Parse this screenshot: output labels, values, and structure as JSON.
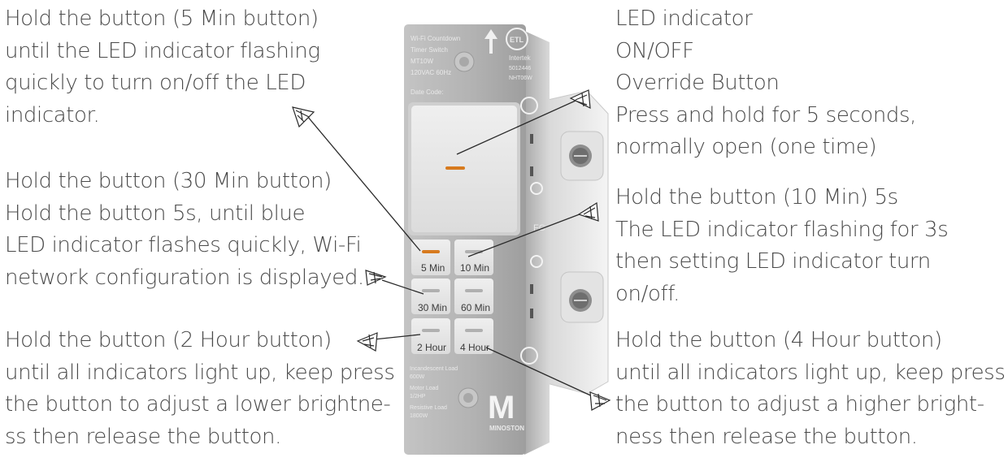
{
  "notes": {
    "five_min": [
      "Hold the button (5 Min button)",
      "until the LED indicator flashing",
      "quickly to turn on/off the LED",
      "indicator."
    ],
    "thirty_min": [
      "Hold the button (30 Min button)",
      "Hold the button 5s, until blue",
      "LED indicator flashes quickly, Wi-Fi",
      "network configuration is displayed."
    ],
    "two_hour": [
      "Hold the button (2 Hour button)",
      "until all indicators light up, keep press",
      "the button to adjust a lower brightne-",
      "ss then release the button."
    ],
    "led": [
      "LED indicator",
      "ON/OFF",
      "Override Button",
      "Press and hold for 5 seconds,",
      "normally open (one time)"
    ],
    "ten_min": [
      "Hold the button (10 Min) 5s",
      "The LED indicator flashing for 3s",
      "then setting LED indicator turn",
      "on/off."
    ],
    "four_hour": [
      "Hold the button (4 Hour button)",
      "until all indicators light up, keep press",
      "the button to adjust a higher bright-",
      "ness then release the button."
    ]
  },
  "device": {
    "label_lines": [
      "Wi-Fi Countdown",
      "Timer Switch",
      "MT10W",
      "120VAC 60Hz",
      "Date Code:"
    ],
    "cert": [
      "Intertek",
      "5012446",
      "NHT06W"
    ],
    "etl_mark": "ETL",
    "buttons": [
      "5 Min",
      "10 Min",
      "30 Min",
      "60 Min",
      "2 Hour",
      "4 Hour"
    ],
    "load_lines": [
      "Incandescent Load",
      "600W",
      "Motor Load",
      "1/2HP",
      "Resistive Load",
      "1800W"
    ],
    "logo_letter": "M",
    "brand": "MINOSTON"
  },
  "colors": {
    "text": "#4a4a4a",
    "plate": "#b7b7b7",
    "button": "#e7e7e7",
    "led_orange": "#d77a1e"
  }
}
